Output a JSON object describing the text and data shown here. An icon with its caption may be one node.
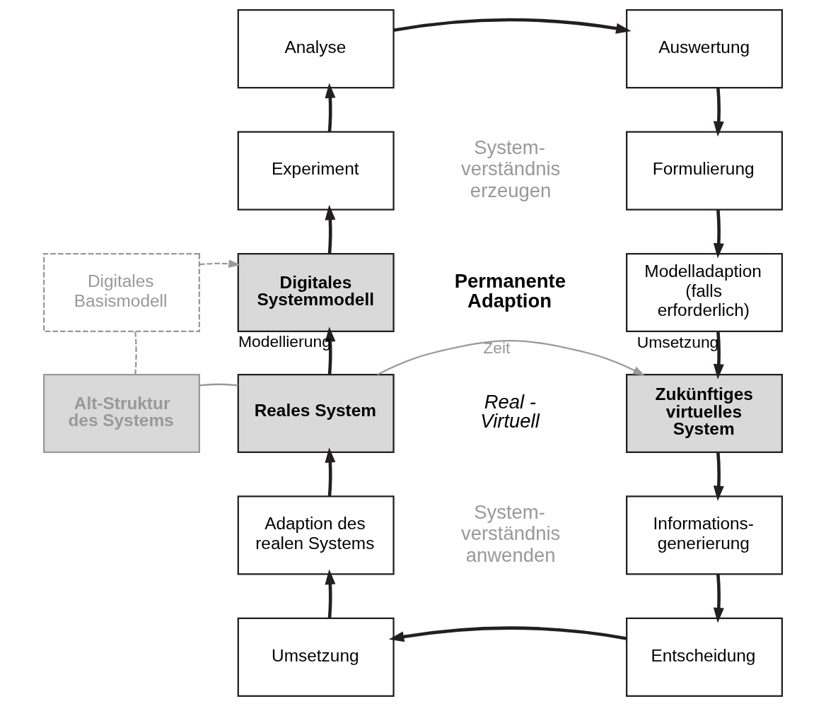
{
  "diagram": {
    "nodes": [
      {
        "text": [
          "Digitales Basismodell"
        ]
      },
      {
        "text": [
          "Alt-Struktur des Systems"
        ]
      },
      {
        "text": [
          "Experiment"
        ]
      },
      {
        "text": [
          "Analyse"
        ]
      },
      {
        "text": [
          "Auswertung"
        ]
      },
      {
        "text": [
          "Formulierung"
        ]
      },
      {
        "text": [
          "Digitales Systemmodell"
        ]
      },
      {
        "text": [
          "Modelladaption (falls erforderlich)"
        ]
      },
      {
        "text": [
          "Reales System"
        ]
      },
      {
        "text": [
          "Zukünftiges virtuelles System"
        ]
      },
      {
        "text": [
          "Adaption des realen Systems"
        ]
      },
      {
        "text": [
          "Informations- generierung"
        ]
      },
      {
        "text": [
          "Umsetzung"
        ]
      },
      {
        "text": [
          "Entscheidung"
        ]
      }
    ],
    "edges": [
      {
        "from": 0,
        "to": 6,
        "arrow": "to",
        "style": "dashed",
        "color": "#999999"
      },
      {
        "from": 0,
        "to": 1,
        "arrow": "none",
        "style": "dashed",
        "color": "#999999"
      },
      {
        "from": 1,
        "to": 8,
        "arrow": "none",
        "color": "#999999"
      },
      {
        "from": 8,
        "to": 9,
        "arrow": "to",
        "label": "Zeit",
        "color": "#999999"
      },
      {
        "from": 8,
        "to": 6,
        "arrow": "to",
        "label": "Modellierung"
      },
      {
        "from": 6,
        "to": 2,
        "arrow": "to"
      },
      {
        "from": 2,
        "to": 3,
        "arrow": "to"
      },
      {
        "from": 3,
        "to": 4,
        "arrow": "to"
      },
      {
        "from": 4,
        "to": 5,
        "arrow": "to"
      },
      {
        "from": 5,
        "to": 7,
        "arrow": "to"
      },
      {
        "from": 7,
        "to": 9,
        "arrow": "to",
        "label": "Umsetzung"
      },
      {
        "from": 9,
        "to": 11,
        "arrow": "to"
      },
      {
        "from": 11,
        "to": 13,
        "arrow": "to"
      },
      {
        "from": 13,
        "to": 12,
        "arrow": "to"
      },
      {
        "from": 12,
        "to": 10,
        "arrow": "to"
      },
      {
        "from": 10,
        "to": 8,
        "arrow": "to"
      }
    ],
    "labels": [
      "System- verständnis erzeugen",
      "Permanente Adaption",
      "Real - Virtuell",
      "System- verständnis anwenden"
    ]
  }
}
